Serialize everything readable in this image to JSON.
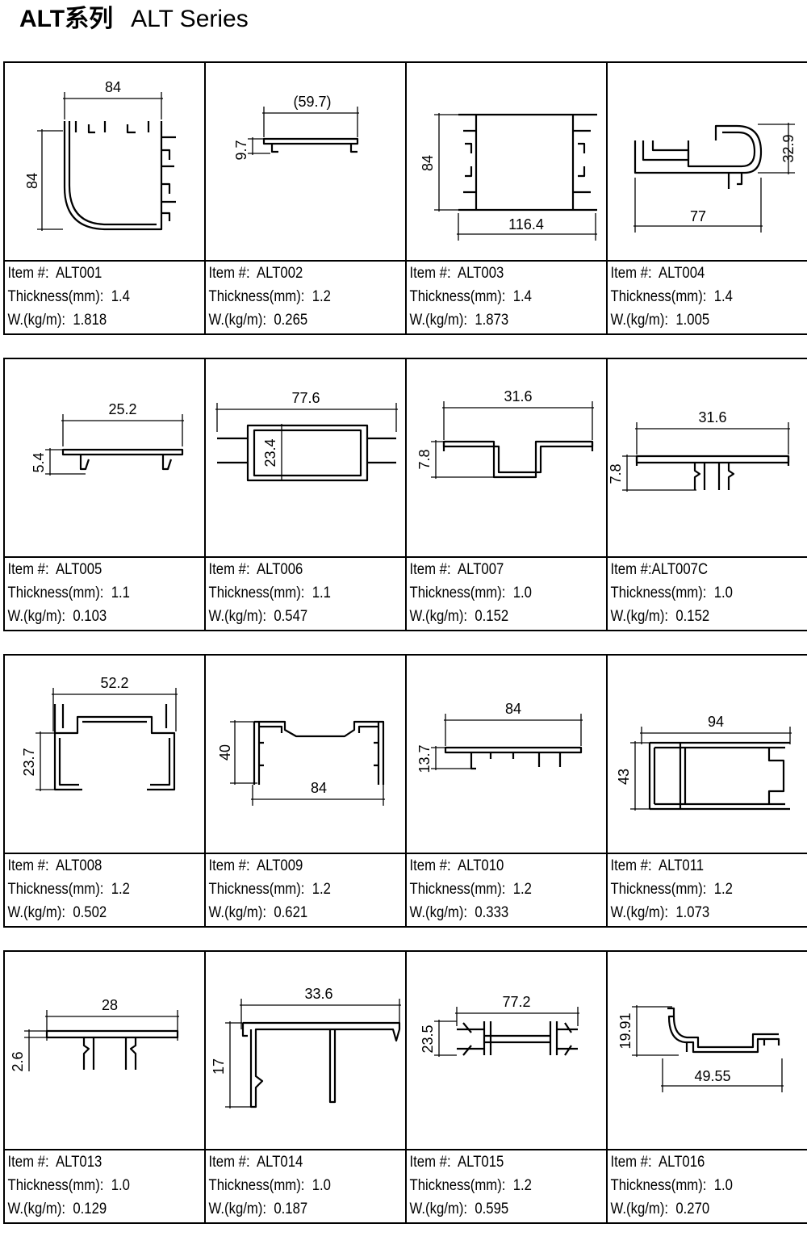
{
  "page": {
    "title_cn": "ALT系列",
    "title_en": "ALT Series"
  },
  "labels": {
    "item": "Item #:",
    "thickness": "Thickness(mm):",
    "weight": "W.(kg/m):"
  },
  "rows": [
    {
      "items": [
        {
          "item_no": "ALT001",
          "thickness": "1.4",
          "weight": "1.818",
          "dims": [
            "84",
            "84"
          ]
        },
        {
          "item_no": "ALT002",
          "thickness": "1.2",
          "weight": "0.265",
          "dims": [
            "(59.7)",
            "9.7"
          ]
        },
        {
          "item_no": "ALT003",
          "thickness": "1.4",
          "weight": "1.873",
          "dims": [
            "84",
            "116.4"
          ]
        },
        {
          "item_no": "ALT004",
          "thickness": "1.4",
          "weight": "1.005",
          "dims": [
            "32.9",
            "77"
          ]
        }
      ]
    },
    {
      "items": [
        {
          "item_no": "ALT005",
          "thickness": "1.1",
          "weight": "0.103",
          "dims": [
            "25.2",
            "5.4"
          ]
        },
        {
          "item_no": "ALT006",
          "thickness": "1.1",
          "weight": "0.547",
          "dims": [
            "77.6",
            "23.4"
          ]
        },
        {
          "item_no": "ALT007",
          "thickness": "1.0",
          "weight": "0.152",
          "dims": [
            "31.6",
            "7.8"
          ]
        },
        {
          "item_no": "ALT007C",
          "thickness": "1.0",
          "weight": "0.152",
          "dims": [
            "31.6",
            "7.8"
          ]
        }
      ]
    },
    {
      "items": [
        {
          "item_no": "ALT008",
          "thickness": "1.2",
          "weight": "0.502",
          "dims": [
            "52.2",
            "23.7"
          ]
        },
        {
          "item_no": "ALT009",
          "thickness": "1.2",
          "weight": "0.621",
          "dims": [
            "40",
            "84"
          ]
        },
        {
          "item_no": "ALT010",
          "thickness": "1.2",
          "weight": "0.333",
          "dims": [
            "84",
            "13.7"
          ]
        },
        {
          "item_no": "ALT011",
          "thickness": "1.2",
          "weight": "1.073",
          "dims": [
            "94",
            "43"
          ]
        }
      ]
    },
    {
      "items": [
        {
          "item_no": "ALT013",
          "thickness": "1.0",
          "weight": "0.129",
          "dims": [
            "28",
            "2.6"
          ]
        },
        {
          "item_no": "ALT014",
          "thickness": "1.0",
          "weight": "0.187",
          "dims": [
            "33.6",
            "17"
          ]
        },
        {
          "item_no": "ALT015",
          "thickness": "1.2",
          "weight": "0.595",
          "dims": [
            "77.2",
            "23.5"
          ]
        },
        {
          "item_no": "ALT016",
          "thickness": "1.0",
          "weight": "0.270",
          "dims": [
            "19.91",
            "49.55"
          ]
        }
      ]
    }
  ]
}
